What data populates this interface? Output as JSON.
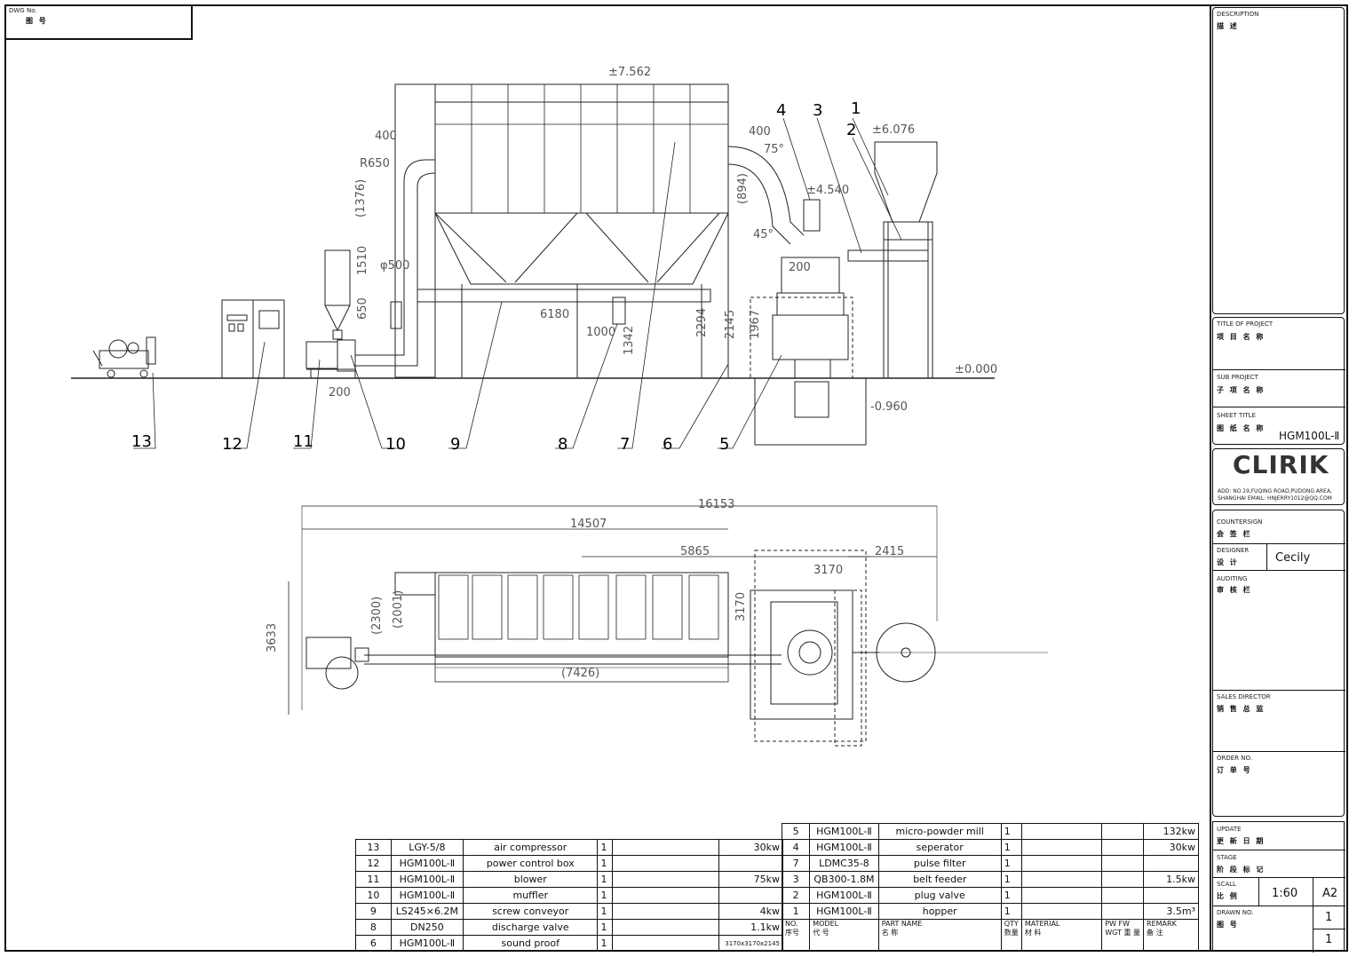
{
  "drawing_no": {
    "label": "DWG No.",
    "cn": "图 号"
  },
  "titleblock": {
    "description": {
      "label": "DESCRIPTION",
      "cn": "描 述"
    },
    "title_of_project": {
      "label": "TITLE OF PROJECT",
      "cn": "项 目 名 称"
    },
    "sub_project": {
      "label": "SUB PROJECT",
      "cn": "子 项 名 称"
    },
    "sheet_title": {
      "label": "SHEET TITLE",
      "cn": "图 纸 名 称",
      "value": "HGM100L-Ⅱ"
    },
    "logo": "CLIRIK",
    "address_line1": "ADD: NO.19,FUQING ROAD,PUDONG AREA,",
    "address_line2": "SHANGHAI EMAIL: HNJERRY1012@QQ.COM",
    "countersign": {
      "label": "COUNTERSIGN",
      "cn": "会 签 栏"
    },
    "designer": {
      "label": "DESIGNER",
      "cn": "设 计",
      "value": "Cecily"
    },
    "auditing": {
      "label": "AUDITING",
      "cn": "审 核 栏"
    },
    "sales_director": {
      "label": "SALES DIRECTOR",
      "cn": "销 售 总 监"
    },
    "order_no": {
      "label": "ORDER NO.",
      "cn": "订 单 号"
    },
    "update": {
      "label": "UPDATE",
      "cn": "更 新 日 期"
    },
    "stage": {
      "label": "STAGE",
      "cn": "阶 段 标 记"
    },
    "scale": {
      "label": "SCALL",
      "cn": "比 例",
      "value": "1:60",
      "size": "A2"
    },
    "drawn_no": {
      "label": "DRAWN NO.",
      "cn": "图 号",
      "value1": "1",
      "value2": "1"
    }
  },
  "elevation": {
    "marks": [
      "13",
      "12",
      "11",
      "10",
      "9",
      "8",
      "7",
      "6",
      "5",
      "4",
      "3",
      "1",
      "2"
    ],
    "dims": [
      "±7.562",
      "400",
      "R650",
      "(1376)",
      "1510",
      "φ500",
      "650",
      "200",
      "6180",
      "1000",
      "1342",
      "2294",
      "2145",
      "1967",
      "400",
      "75°",
      "(894)",
      "45°",
      "200",
      "±4.540",
      "±6.076",
      "±0.000",
      "-0.960"
    ]
  },
  "plan": {
    "dims": [
      "16153",
      "14507",
      "5865",
      "2415",
      "3170",
      "3170",
      "3633",
      "(2300)",
      "(2001)",
      "(7426)"
    ]
  },
  "bom_left": [
    {
      "no": "13",
      "model": "LGY-5/8",
      "name": "air compressor",
      "qty": "1",
      "remark": "30kw"
    },
    {
      "no": "12",
      "model": "HGM100L-Ⅱ",
      "name": "power control box",
      "qty": "1",
      "remark": ""
    },
    {
      "no": "11",
      "model": "HGM100L-Ⅱ",
      "name": "blower",
      "qty": "1",
      "remark": "75kw"
    },
    {
      "no": "10",
      "model": "HGM100L-Ⅱ",
      "name": "muffler",
      "qty": "1",
      "remark": ""
    },
    {
      "no": "9",
      "model": "LS245×6.2M",
      "name": "screw conveyor",
      "qty": "1",
      "remark": "4kw"
    },
    {
      "no": "8",
      "model": "DN250",
      "name": "discharge valve",
      "qty": "1",
      "remark": "1.1kw"
    },
    {
      "no": "6",
      "model": "HGM100L-Ⅱ",
      "name": "sound proof",
      "qty": "1",
      "remark": "3170x3170x2145"
    }
  ],
  "bom_right": [
    {
      "no": "5",
      "model": "HGM100L-Ⅱ",
      "name": "micro-powder mill",
      "qty": "1",
      "remark": "132kw"
    },
    {
      "no": "4",
      "model": "HGM100L-Ⅱ",
      "name": "seperator",
      "qty": "1",
      "remark": "30kw"
    },
    {
      "no": "7",
      "model": "LDMC35-8",
      "name": "pulse filter",
      "qty": "1",
      "remark": ""
    },
    {
      "no": "3",
      "model": "QB300-1.8M",
      "name": "belt feeder",
      "qty": "1",
      "remark": "1.5kw"
    },
    {
      "no": "2",
      "model": "HGM100L-Ⅱ",
      "name": "plug valve",
      "qty": "1",
      "remark": ""
    },
    {
      "no": "1",
      "model": "HGM100L-Ⅱ",
      "name": "hopper",
      "qty": "1",
      "remark": "3.5m³"
    }
  ],
  "bom_header": {
    "no": "NO.",
    "no_cn": "序号",
    "model": "MODEL",
    "model_cn": "代 号",
    "name": "PART NAME",
    "name_cn": "名 称",
    "qty": "QTY",
    "qty_cn": "数量",
    "material": "MATERIAL",
    "material_cn": "材 料",
    "pw": "PW",
    "fw": "FW",
    "wgt": "WGT",
    "wgt_cn": "重 量",
    "remark": "REMARK",
    "remark_cn": "备 注"
  }
}
